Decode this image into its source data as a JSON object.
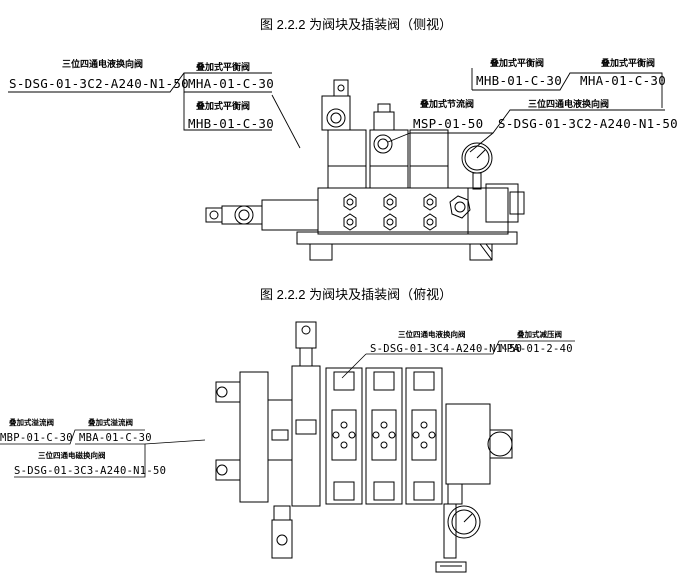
{
  "captions": {
    "side": "图 2.2.2 为阀块及插装阀（侧视）",
    "top": "图 2.2.2 为阀块及插装阀（俯视）"
  },
  "side_view": {
    "labels": [
      {
        "cn": "三位四通电液换向阀",
        "code": "S-DSG-01-3C2-A240-N1-50"
      },
      {
        "cn": "叠加式平衡阀",
        "code": "MHA-01-C-30"
      },
      {
        "cn": "叠加式平衡阀",
        "code": "MHB-01-C-30"
      },
      {
        "cn": "叠加式节流阀",
        "code": "MSP-01-50"
      },
      {
        "cn": "叠加式平衡阀",
        "code": "MHB-01-C-30"
      },
      {
        "cn": "叠加式平衡阀",
        "code": "MHA-01-C-30"
      },
      {
        "cn": "三位四通电液换向阀",
        "code": "S-DSG-01-3C2-A240-N1-50"
      }
    ]
  },
  "top_view": {
    "labels": [
      {
        "cn": "三位四通电液换向阀",
        "code": "S-DSG-01-3C4-A240-N1-50"
      },
      {
        "cn": "叠加式减压阀",
        "code": "MPA-01-2-40"
      },
      {
        "cn": "叠加式溢流阀",
        "code": "MBP-01-C-30"
      },
      {
        "cn": "叠加式溢流阀",
        "code": "MBA-01-C-30"
      },
      {
        "cn": "三位四通电磁换向阀",
        "code": "S-DSG-01-3C3-A240-N1-50"
      }
    ]
  }
}
